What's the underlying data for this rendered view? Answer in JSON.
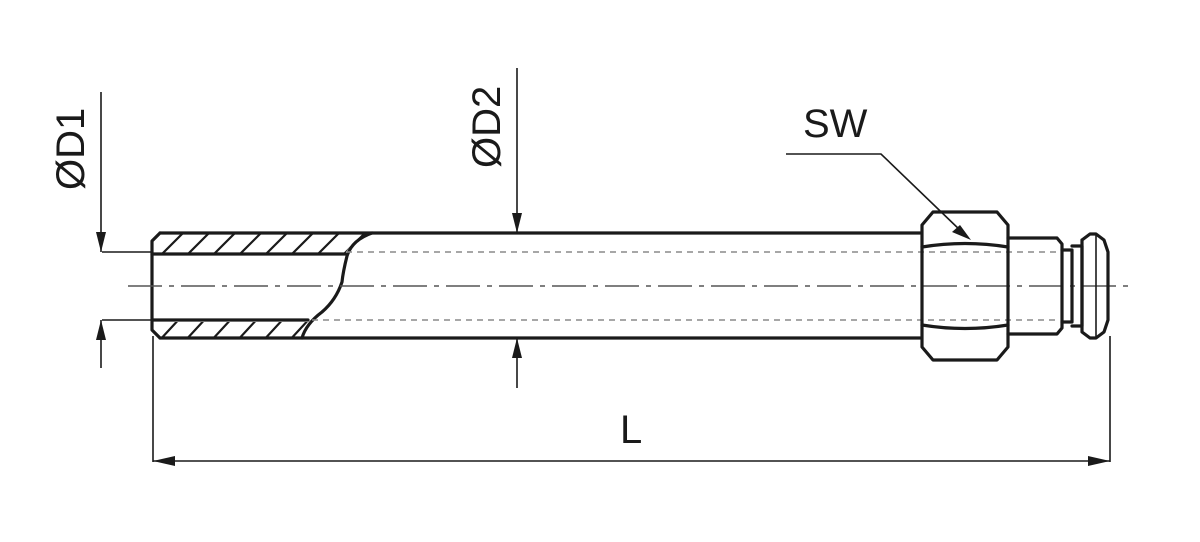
{
  "labels": {
    "d1": "ØD1",
    "d2": "ØD2",
    "sw": "SW",
    "length": "L"
  }
}
